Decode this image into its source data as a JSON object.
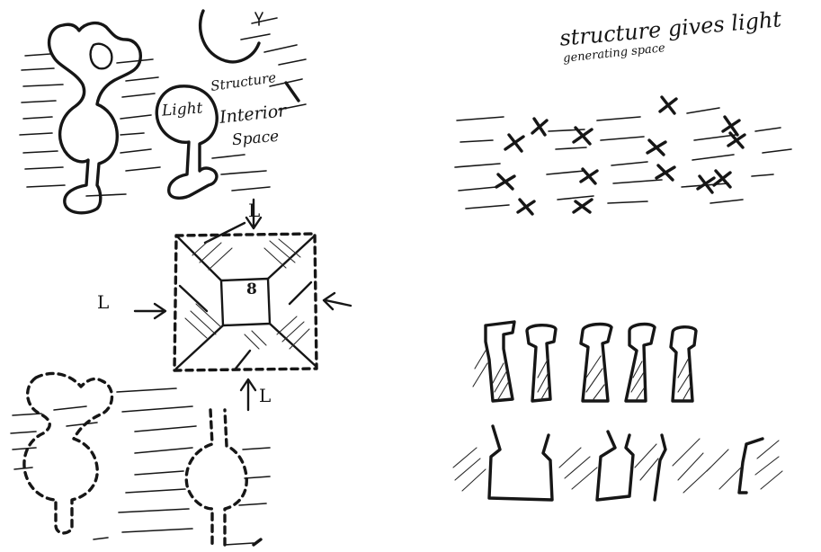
{
  "notes": {
    "structure_label": "Structure",
    "light_label": "Light",
    "interior_label": "Interior",
    "space_label": "Space",
    "top_right_title": "structure gives light",
    "top_right_subtitle": "generating space",
    "core_number": "8",
    "left_arrow_label": "L",
    "bottom_arrow_label": "L",
    "top_arrow_label": "L"
  },
  "icons": [
    "arrow-icon",
    "cross-mark-icon"
  ],
  "colors": {
    "ink": "#161616",
    "paper": "#ffffff"
  }
}
